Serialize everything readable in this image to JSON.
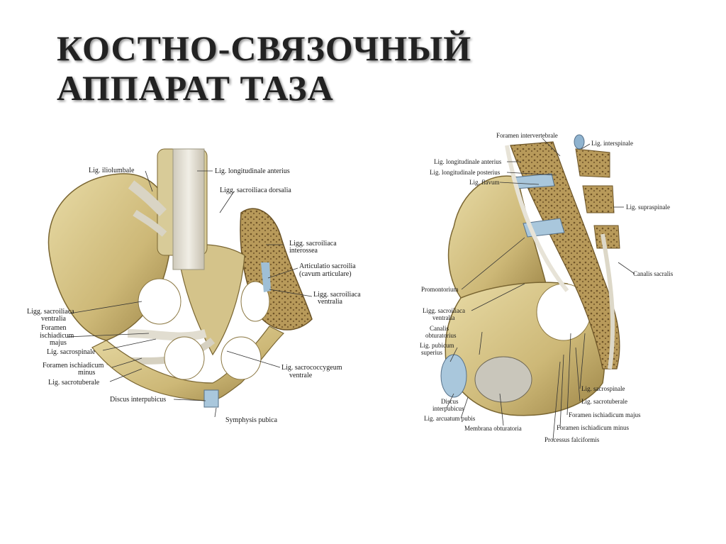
{
  "slide": {
    "title_line1": "КОСТНО-СВЯЗОЧНЫЙ",
    "title_line2": "АППАРАТ ТАЗА"
  },
  "figure_left": {
    "labels": {
      "lig_iliolumbale": "Lig. iliolumbale",
      "lig_long_ant": "Lig. longitudinale anterius",
      "ligg_sacroiliaca_dorsalia": "Ligg. sacroiliaca dorsalia",
      "ligg_sacroiliaca_interossea_1": "Ligg. sacroiliaca",
      "ligg_sacroiliaca_interossea_2": "interossea",
      "articulatio_1": "Articulatio sacroilia",
      "articulatio_2": "(cavum articulare)",
      "ligg_sacroiliaca_ventralia_r1": "Ligg. sacroiliaca",
      "ligg_sacroiliaca_ventralia_r2": "ventralia",
      "ligg_sacroiliaca_ventralia_l1": "Ligg. sacroiliaca",
      "ligg_sacroiliaca_ventralia_l2": "ventralia",
      "foramen_isch_majus_1": "Foramen",
      "foramen_isch_majus_2": "ischiadicum",
      "foramen_isch_majus_3": "majus",
      "lig_sacrospinale": "Lig. sacrospinale",
      "foramen_isch_minus_1": "Foramen ischiadicum",
      "foramen_isch_minus_2": "minus",
      "lig_sacrotuberale": "Lig. sacrotuberale",
      "lig_sacrococcygeum_1": "Lig. sacrococcygeum",
      "lig_sacrococcygeum_2": "ventrale",
      "discus_interpubicus": "Discus interpubicus",
      "symphysis_pubica": "Symphysis pubica"
    }
  },
  "figure_right": {
    "labels": {
      "foramen_intervertebrale": "Foramen intervertebrale",
      "lig_interspinale": "Lig. interspinale",
      "lig_long_ant": "Lig. longitudinale anterius",
      "lig_long_post": "Lig. longitudinale posterius",
      "lig_flavum": "Lig. flavum",
      "lig_supraspinale": "Lig. supraspinale",
      "canalis_sacralis": "Canalis sacralis",
      "promontorium": "Promontorium",
      "ligg_sacroiliaca_ventralia_1": "Ligg. sacroiliaca",
      "ligg_sacroiliaca_ventralia_2": "ventralia",
      "canalis_obturatorius_1": "Canalis",
      "canalis_obturatorius_2": "obturatorius",
      "lig_pubicum_superius_1": "Lig. pubicum",
      "lig_pubicum_superius_2": "superius",
      "discus_interpubicus_1": "Discus",
      "discus_interpubicus_2": "interpubicus",
      "lig_arcuatum_pubis": "Lig. arcuatum pubis",
      "membrana_obturatoria": "Membrana obturatoria",
      "processus_falciformis": "Processus falciformis",
      "lig_sacrospinale": "Lig. sacrospinale",
      "lig_sacrotuberale": "Lig. sacrotuberale",
      "foramen_isch_majus": "Foramen ischiadicum majus",
      "foramen_isch_minus": "Foramen ischiadicum minus"
    }
  },
  "colors": {
    "bone": "#d9c98f",
    "bone_shade": "#b59a55",
    "spongy": "#a88a4e",
    "ligament": "#e6e2d6",
    "cartilage": "#a9c7dc",
    "leader": "#333333"
  }
}
